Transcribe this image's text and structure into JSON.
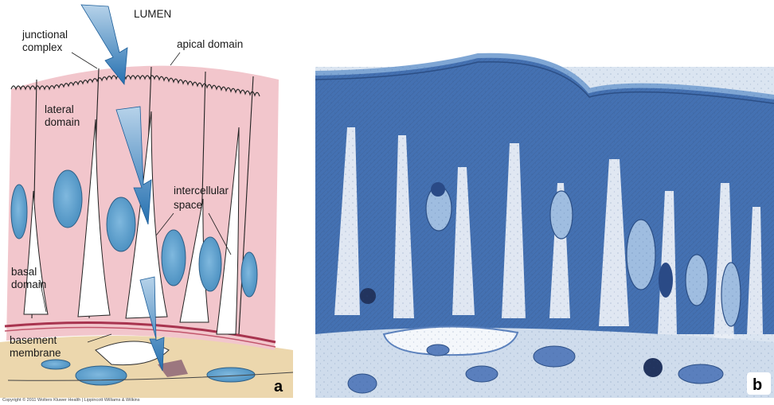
{
  "panel_a": {
    "labels": {
      "lumen": "LUMEN",
      "junctional_1": "junctional",
      "junctional_2": "complex",
      "apical": "apical domain",
      "lateral_1": "lateral",
      "lateral_2": "domain",
      "intercellular_1": "intercellular",
      "intercellular_2": "space",
      "basal_1": "basal",
      "basal_2": "domain",
      "basement_1": "basement",
      "basement_2": "membrane"
    },
    "panel_letter": "a"
  },
  "panel_b": {
    "panel_letter": "b"
  },
  "copyright": "Copyright © 2011 Wolters Kluwer Health | Lippincott Williams & Wilkins",
  "colors": {
    "cytoplasm": "#f2c6cc",
    "nucleus": "#5a9ec9",
    "connective": "#ecd7ad",
    "basement": "#b23a55",
    "arrow": "#2a78b5",
    "micrograph_bg": "#3f70b3",
    "micrograph_light": "#dbe5f1"
  }
}
